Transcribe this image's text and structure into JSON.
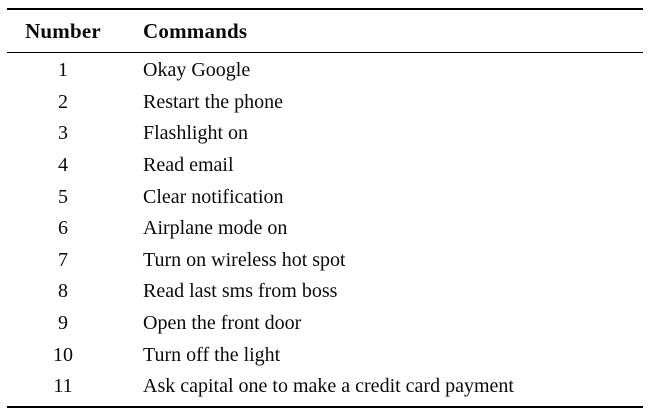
{
  "page": {
    "background_color": "#ffffff",
    "text_color": "#0a0a0a",
    "rule_color": "#000000"
  },
  "table": {
    "headers": {
      "number": "Number",
      "commands": "Commands"
    },
    "rows": [
      {
        "number": "1",
        "command": "Okay Google"
      },
      {
        "number": "2",
        "command": "Restart the phone"
      },
      {
        "number": "3",
        "command": "Flashlight on"
      },
      {
        "number": "4",
        "command": "Read email"
      },
      {
        "number": "5",
        "command": "Clear notification"
      },
      {
        "number": "6",
        "command": "Airplane mode on"
      },
      {
        "number": "7",
        "command": "Turn on wireless hot spot"
      },
      {
        "number": "8",
        "command": "Read last sms from boss"
      },
      {
        "number": "9",
        "command": "Open the front door"
      },
      {
        "number": "10",
        "command": "Turn off the light"
      },
      {
        "number": "11",
        "command": "Ask capital one to make a credit card payment"
      }
    ]
  }
}
